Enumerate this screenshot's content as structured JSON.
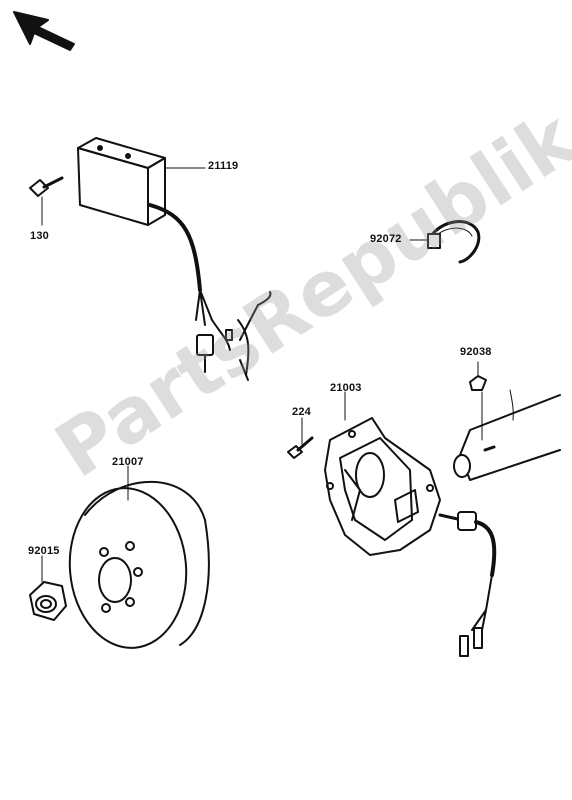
{
  "watermark": "PartsRepublik",
  "parts": {
    "p21119": "21119",
    "p130": "130",
    "p92072": "92072",
    "p92038": "92038",
    "p21003": "21003",
    "p224": "224",
    "p21007": "21007",
    "p92015": "92015"
  },
  "icons": {
    "direction": "arrow-up-left-icon"
  },
  "colors": {
    "ink": "#111111",
    "watermark": "#969696"
  }
}
